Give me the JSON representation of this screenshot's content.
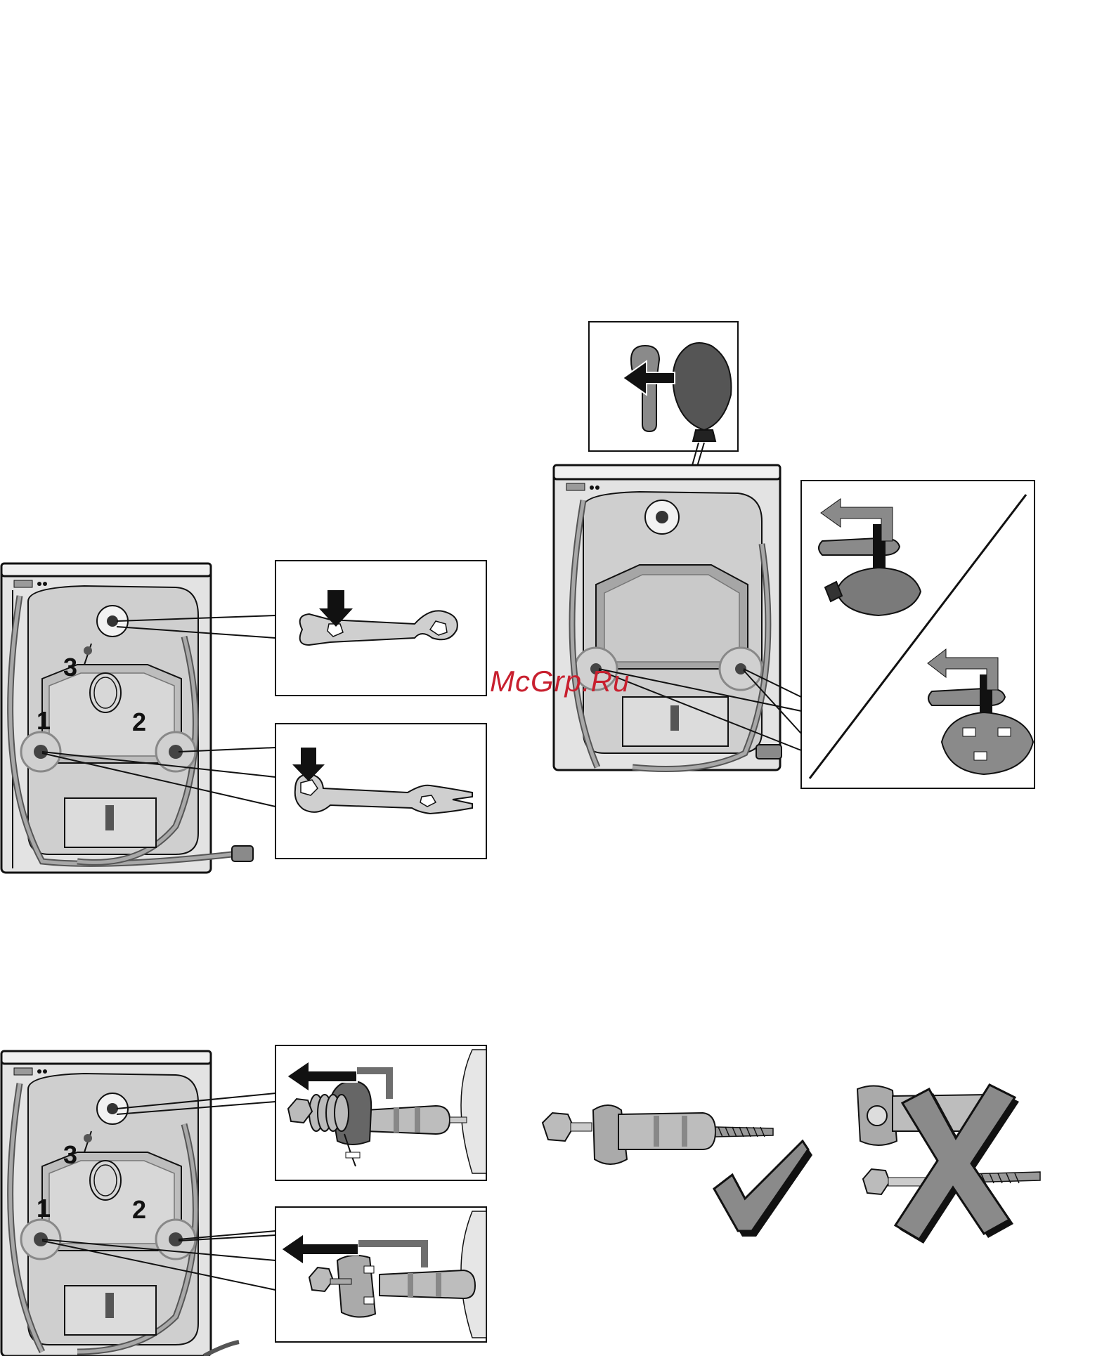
{
  "watermark": "McGrp.Ru",
  "figure1": {
    "labels": [
      "1",
      "2",
      "3"
    ]
  },
  "figure4": {
    "labels": [
      "1",
      "2",
      "3"
    ]
  },
  "colors": {
    "ink": "#111111",
    "metal": "#c9c9c9",
    "panel": "#e6e6e6",
    "shadow": "#6e6e6e",
    "watermark": "#c8202f"
  },
  "icons": [
    "arrow-down-icon",
    "arrow-left-icon",
    "check-mark-icon",
    "cross-mark-icon"
  ]
}
